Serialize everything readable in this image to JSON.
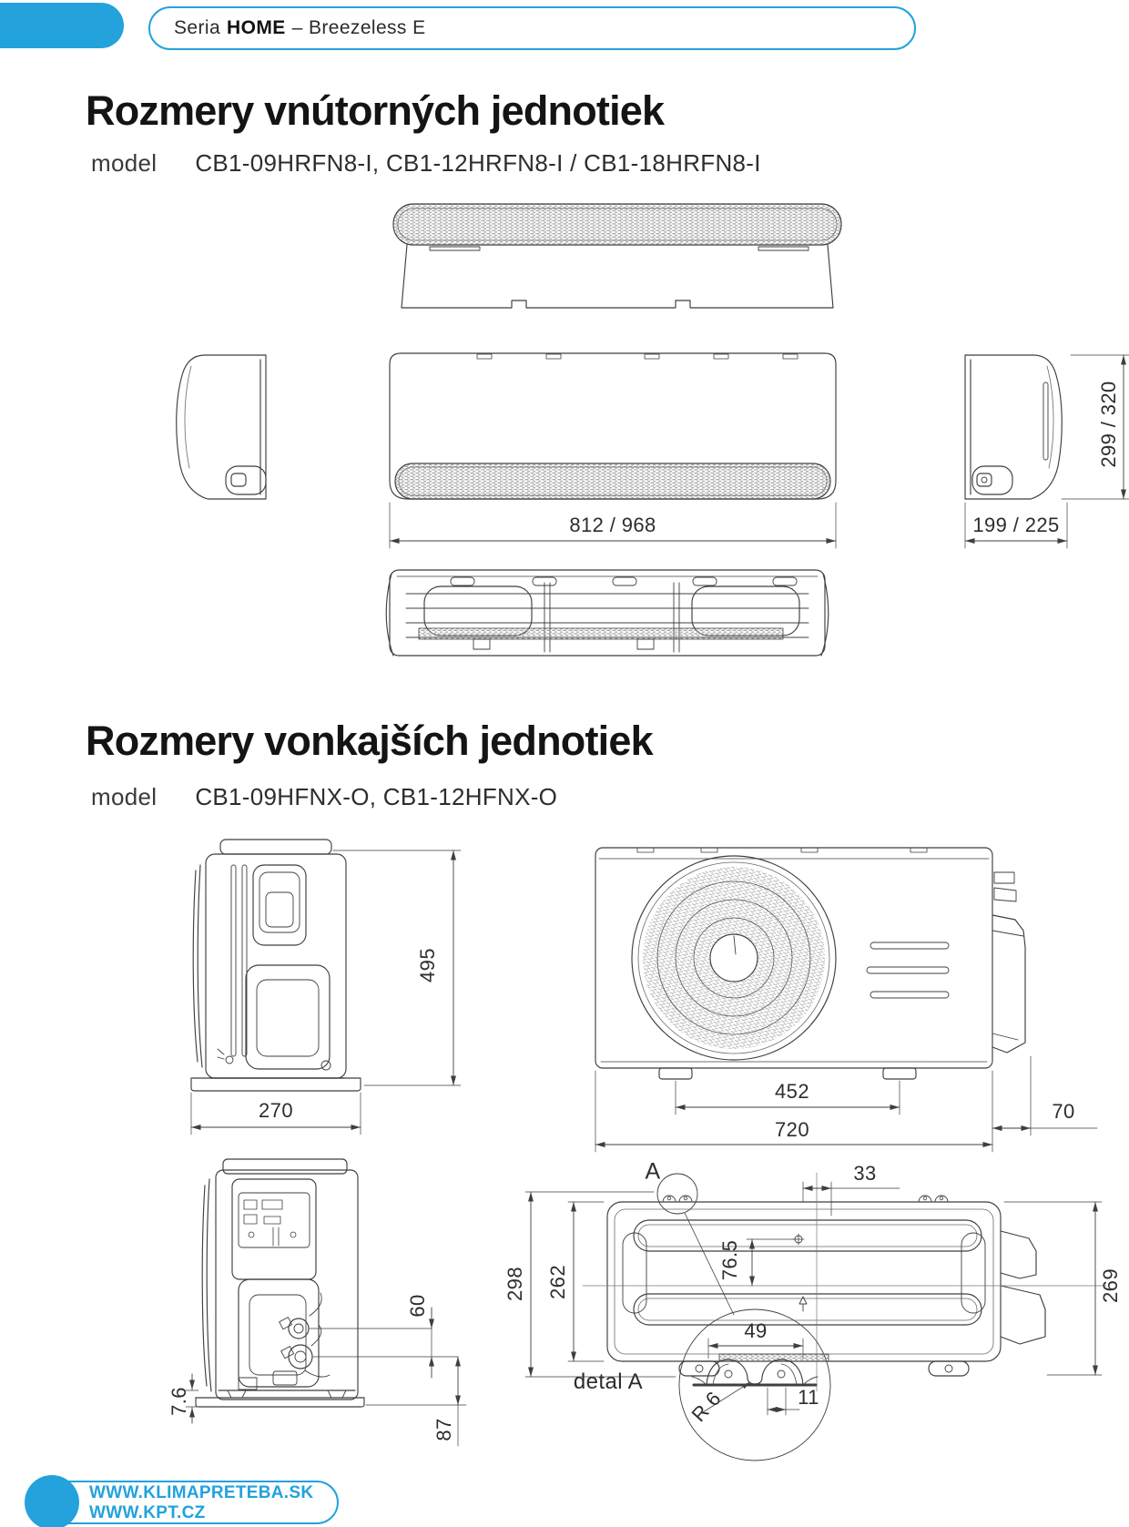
{
  "header": {
    "series": {
      "prefix": "Seria",
      "bold": "HOME",
      "suffix": "– Breezeless E"
    }
  },
  "indoor": {
    "title": "Rozmery vnútorných jednotiek",
    "model_label": "model",
    "models": "CB1-09HRFN8-I, CB1-12HRFN8-I / CB1-18HRFN8-I",
    "dims": {
      "width": "812 / 968",
      "depth": "199 / 225",
      "height": "299 / 320"
    }
  },
  "outdoor": {
    "title": "Rozmery vonkajších jednotiek",
    "model_label": "model",
    "models": "CB1-09HFNX-O, CB1-12HFNX-O",
    "dims": {
      "height": "495",
      "base_depth": "270",
      "feet_spacing": "452",
      "width": "720",
      "side_bracket": "70",
      "top_outer_depth": "298",
      "top_body_depth": "262",
      "top_right_depth": "269",
      "hole_offset": "33",
      "hole_to_center": "76.5",
      "valve_spacing": "60",
      "valve_to_base": "87",
      "foot_height": "7.6"
    },
    "detail": {
      "marker": "A",
      "label": "detal A",
      "width": "49",
      "radius": "R 6",
      "hole_offset": "11"
    }
  },
  "footer": {
    "url_sk": "WWW.KLIMAPRETEBA.SK",
    "url_cz": "WWW.KPT.CZ"
  },
  "colors": {
    "accent": "#23a2dc",
    "line": "#3f3f3f"
  }
}
